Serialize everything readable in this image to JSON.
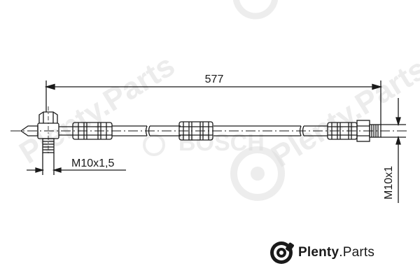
{
  "drawing": {
    "length_dimension": "577",
    "thread_left": "M10x1,5",
    "thread_right": "M10x1"
  },
  "watermarks": {
    "brand_bg": "Plenty.Parts",
    "maker": "BOSCH"
  },
  "branding": {
    "name": "Plenty",
    "suffix": ".Parts"
  },
  "colors": {
    "line": "#1a1a1a",
    "watermark": "#ececec"
  }
}
